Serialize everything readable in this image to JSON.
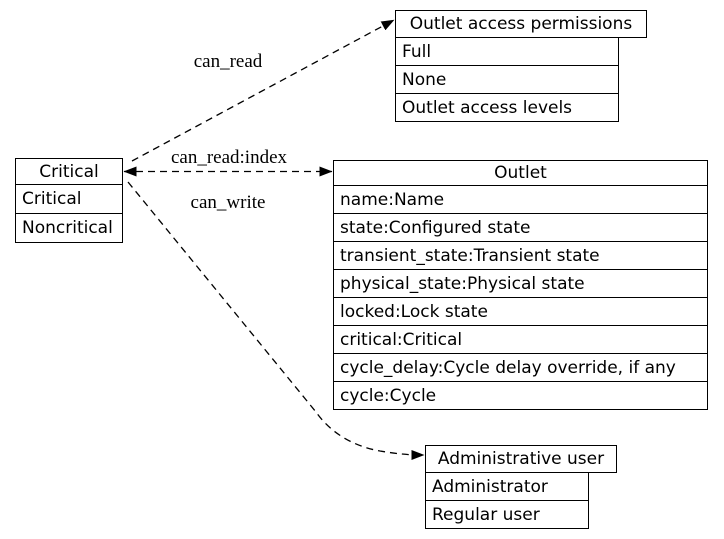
{
  "diagram": {
    "boxes": {
      "critical": {
        "title": "Critical",
        "rows": [
          "Critical",
          "Noncritical"
        ]
      },
      "permissions": {
        "title": "Outlet access permissions",
        "rows": [
          "Full",
          "None",
          "Outlet access levels"
        ]
      },
      "outlet": {
        "title": "Outlet",
        "rows": [
          "name:Name",
          "state:Configured state",
          "transient_state:Transient state",
          "physical_state:Physical state",
          "locked:Lock state",
          "critical:Critical",
          "cycle_delay:Cycle delay override, if any",
          "cycle:Cycle"
        ]
      },
      "admin": {
        "title": "Administrative user",
        "rows": [
          "Administrator",
          "Regular user"
        ]
      }
    },
    "edges": {
      "can_read": {
        "label": "can_read"
      },
      "can_read_index": {
        "label": "can_read:index"
      },
      "can_write": {
        "label": "can_write"
      }
    },
    "colors": {
      "line": "#000000",
      "background": "#ffffff",
      "text": "#000000"
    }
  }
}
